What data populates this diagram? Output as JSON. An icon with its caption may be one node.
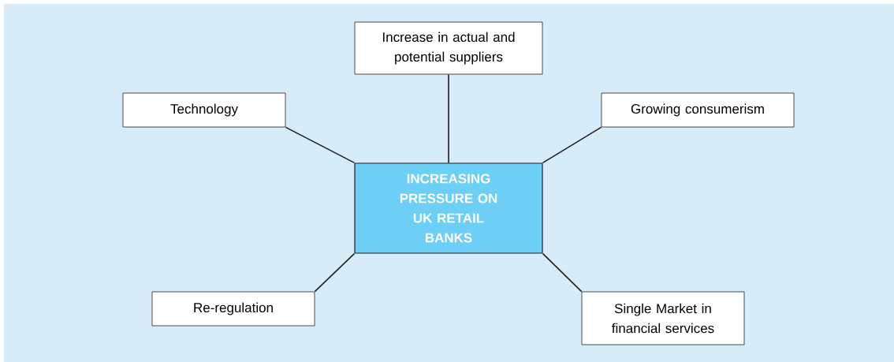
{
  "diagram": {
    "nodes": [
      {
        "text": [
          "INCREASING PRESSURE ON UK RETAIL BANKS"
        ]
      },
      {
        "text": [
          "Increase in actual and potential suppliers"
        ]
      },
      {
        "text": [
          "Technology"
        ]
      },
      {
        "text": [
          "Growing consumerism"
        ]
      },
      {
        "text": [
          "Re-regulation"
        ]
      },
      {
        "text": [
          "Single Market in financial services"
        ]
      }
    ],
    "edges": [
      {
        "from": 0,
        "to": 1,
        "arrow": "none"
      },
      {
        "from": 0,
        "to": 2,
        "arrow": "none"
      },
      {
        "from": 0,
        "to": 3,
        "arrow": "none"
      },
      {
        "from": 0,
        "to": 4,
        "arrow": "none"
      },
      {
        "from": 0,
        "to": 5,
        "arrow": "none"
      }
    ]
  }
}
